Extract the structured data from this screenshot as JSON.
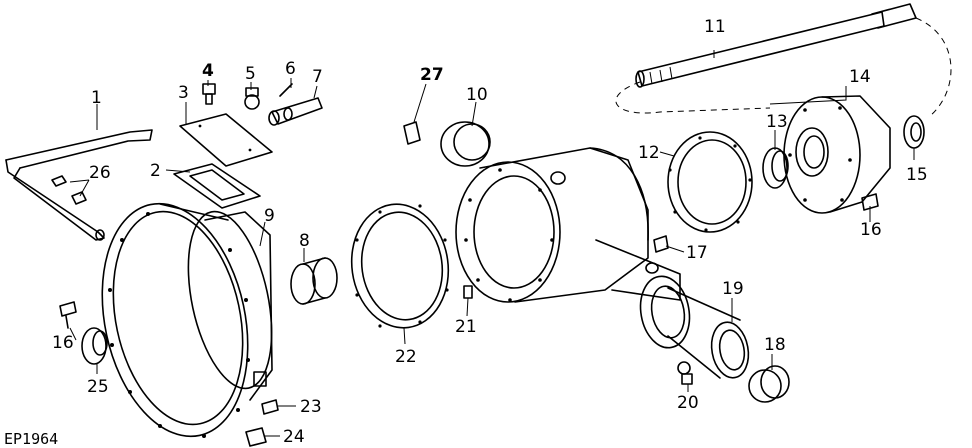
{
  "figure": {
    "reference_code": "EP1964",
    "callouts": {
      "c1": "1",
      "c2": "2",
      "c3": "3",
      "c4": "4",
      "c5": "5",
      "c6": "6",
      "c7": "7",
      "c8": "8",
      "c9": "9",
      "c10": "10",
      "c11": "11",
      "c12": "12",
      "c13": "13",
      "c14": "14",
      "c15": "15",
      "c16a": "16",
      "c16b": "16",
      "c17": "17",
      "c18": "18",
      "c19": "19",
      "c20": "20",
      "c21": "21",
      "c22": "22",
      "c23": "23",
      "c24": "24",
      "c25": "25",
      "c26": "26",
      "c27": "27"
    }
  }
}
